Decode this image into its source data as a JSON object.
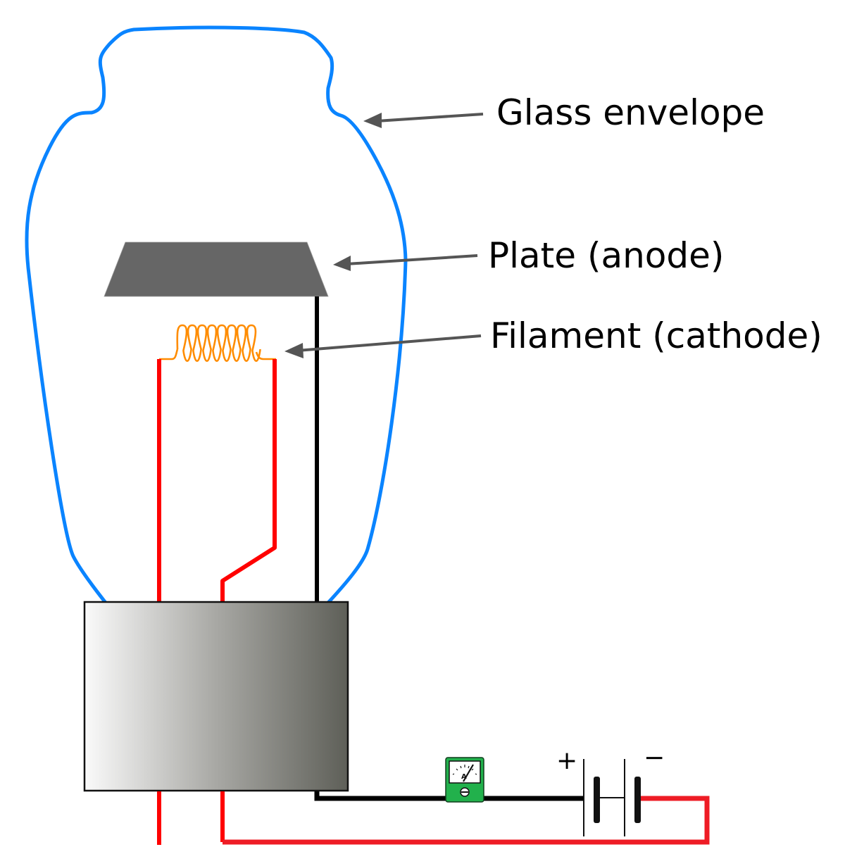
{
  "title": "Vacuum tube diode diagram",
  "labels": {
    "glass_envelope": "Glass envelope",
    "plate": "Plate (anode)",
    "filament": "Filament (cathode)"
  },
  "battery": {
    "positive_sign": "+",
    "negative_sign": "−"
  },
  "ammeter": {
    "unit_letter": "A",
    "icon": "ammeter-icon"
  },
  "colors": {
    "glass": "#0a84ff",
    "plate": "#666666",
    "filament": "#ff8c00",
    "filament_wire": "#ff0000",
    "plate_wire": "#000000",
    "circuit_return_wire": "#ee1c25",
    "arrow": "#555555",
    "ammeter_body": "#22b14c",
    "base_gradient_start": "#fafafa",
    "base_gradient_end": "#5e5f58"
  }
}
